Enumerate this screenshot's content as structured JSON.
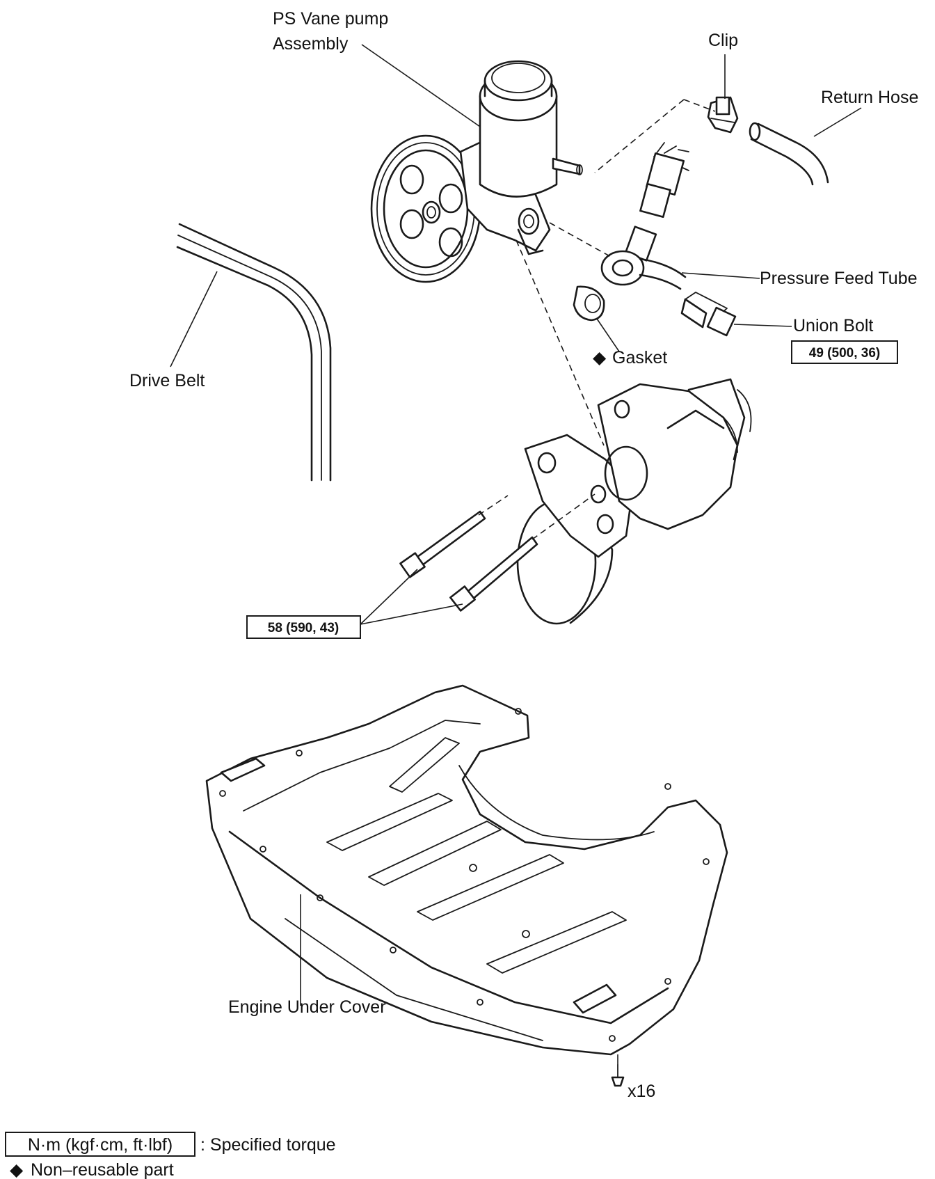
{
  "labels": {
    "ps_pump_line1": "PS Vane pump",
    "ps_pump_line2": "Assembly",
    "clip": "Clip",
    "return_hose": "Return Hose",
    "pressure_feed_tube": "Pressure Feed Tube",
    "union_bolt": "Union Bolt",
    "gasket": "Gasket",
    "drive_belt": "Drive Belt",
    "engine_under_cover": "Engine Under Cover",
    "screw_count": "x16"
  },
  "torque": {
    "union_bolt": "49 (500, 36)",
    "bracket_bolts": "58 (590, 43)"
  },
  "legend": {
    "torque_unit": "N·m (kgf·cm, ft·lbf)",
    "torque_desc": ": Specified torque",
    "non_reusable": "Non–reusable part"
  },
  "symbols": {
    "non_reusable_symbol": "◆"
  }
}
